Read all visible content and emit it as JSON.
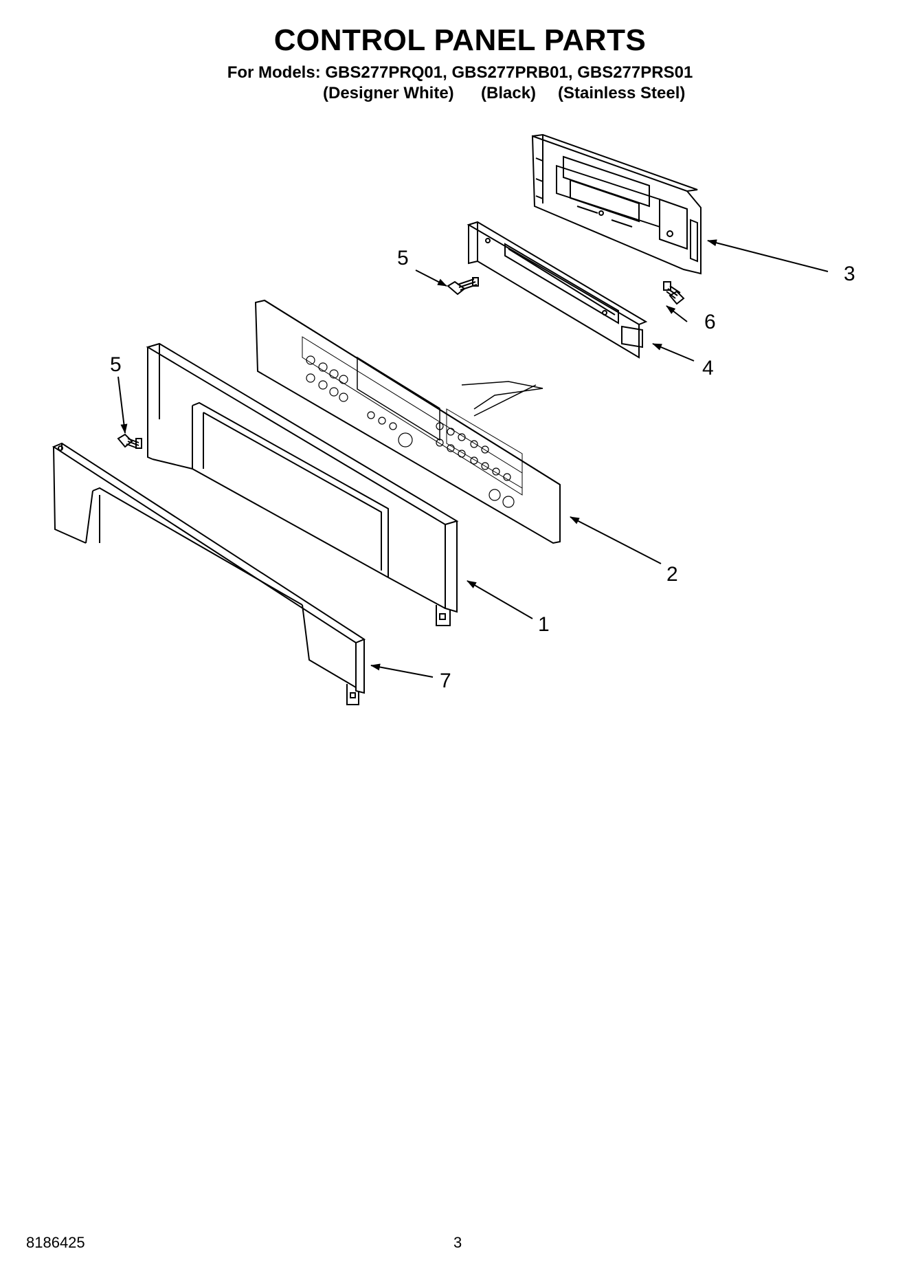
{
  "header": {
    "title": "CONTROL PANEL PARTS",
    "models_line": "For Models: GBS277PRQ01, GBS277PRB01, GBS277PRS01",
    "finishes": [
      "(Designer White)",
      "(Black)",
      "(Stainless Steel)"
    ]
  },
  "callouts": {
    "c1": "1",
    "c2": "2",
    "c3": "3",
    "c4": "4",
    "c5a": "5",
    "c5b": "5",
    "c6": "6",
    "c7": "7"
  },
  "footer": {
    "doc_number": "8186425",
    "page_number": "3"
  },
  "colors": {
    "line": "#000000",
    "background": "#ffffff"
  }
}
